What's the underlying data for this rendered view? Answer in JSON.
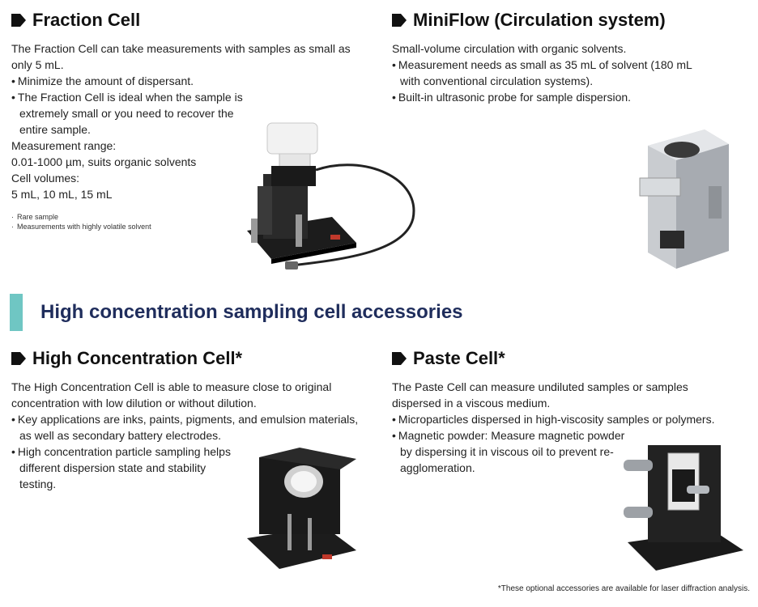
{
  "fraction_cell": {
    "title": "Fraction Cell",
    "intro": "The Fraction Cell can take measurements with samples as small as only 5 mL.",
    "bullets": [
      "Minimize the amount of dispersant.",
      "The Fraction Cell is ideal when the sample is extremely small or you need to recover the entire sample."
    ],
    "range_label": "Measurement range:",
    "range_value": "0.01-1000 µm, suits organic solvents",
    "volumes_label": "Cell volumes:",
    "volumes_value": "5 mL, 10 mL, 15 mL",
    "notes": [
      "Rare sample",
      "Measurements with highly volatile solvent"
    ]
  },
  "miniflow": {
    "title": "MiniFlow (Circulation system)",
    "intro": "Small-volume circulation with organic solvents.",
    "bullets": [
      "Measurement needs as small as 35 mL of solvent (180 mL with conventional circulation systems).",
      "Built-in ultrasonic probe for sample dispersion."
    ]
  },
  "banner": {
    "title": "High concentration sampling cell accessories"
  },
  "high_conc_cell": {
    "title": "High Concentration Cell*",
    "intro": "The High Concentration Cell is able to measure close to original concentration with low dilution or without dilution.",
    "bullets": [
      "Key applications are inks, paints, pigments, and emulsion materials, as well as secondary battery electrodes.",
      "High concentration particle sampling helps different dispersion state and stability testing."
    ]
  },
  "paste_cell": {
    "title": "Paste Cell*",
    "intro": "The Paste Cell can measure undiluted samples or samples dispersed in a viscous medium.",
    "bullets": [
      "Microparticles dispersed in high-viscosity samples or polymers.",
      "Magnetic powder: Measure magnetic powder by dispersing it in viscous oil to prevent re-agglomeration."
    ]
  },
  "footnote": "*These optional accessories are available for laser diffraction analysis.",
  "colors": {
    "banner_accent": "#6fc6c3",
    "banner_title": "#1f2d5c"
  }
}
